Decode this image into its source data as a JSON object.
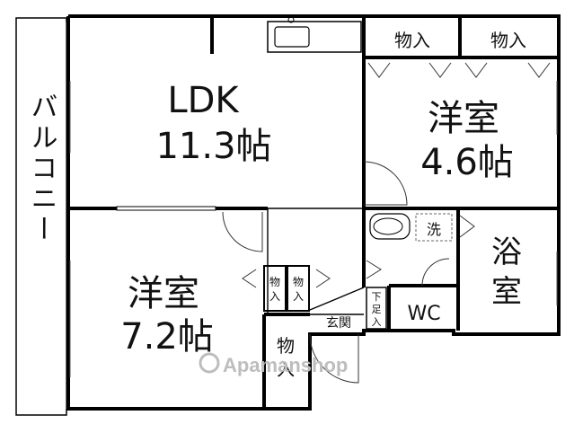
{
  "rooms": {
    "balcony": "バルコニー",
    "ldk_name": "LDK",
    "ldk_size": "11.3帖",
    "western_small_name": "洋室",
    "western_small_size": "4.6帖",
    "western_large_name": "洋室",
    "western_large_size": "7.2帖",
    "bath_line1": "浴",
    "bath_line2": "室",
    "wc": "WC",
    "wash": "洗",
    "entrance": "玄関"
  },
  "storage": {
    "top_left": "物入",
    "top_right": "物入",
    "mid_left_line1": "物",
    "mid_left_line2": "入",
    "mid_right_line1": "物",
    "mid_right_line2": "入",
    "bottom_line1": "物",
    "bottom_line2": "入",
    "shoe_line1": "下",
    "shoe_line2": "足",
    "shoe_line3": "入"
  },
  "watermark": "Apamanshop",
  "colors": {
    "wall": "#000000",
    "watermark": "#bdbdbd"
  }
}
